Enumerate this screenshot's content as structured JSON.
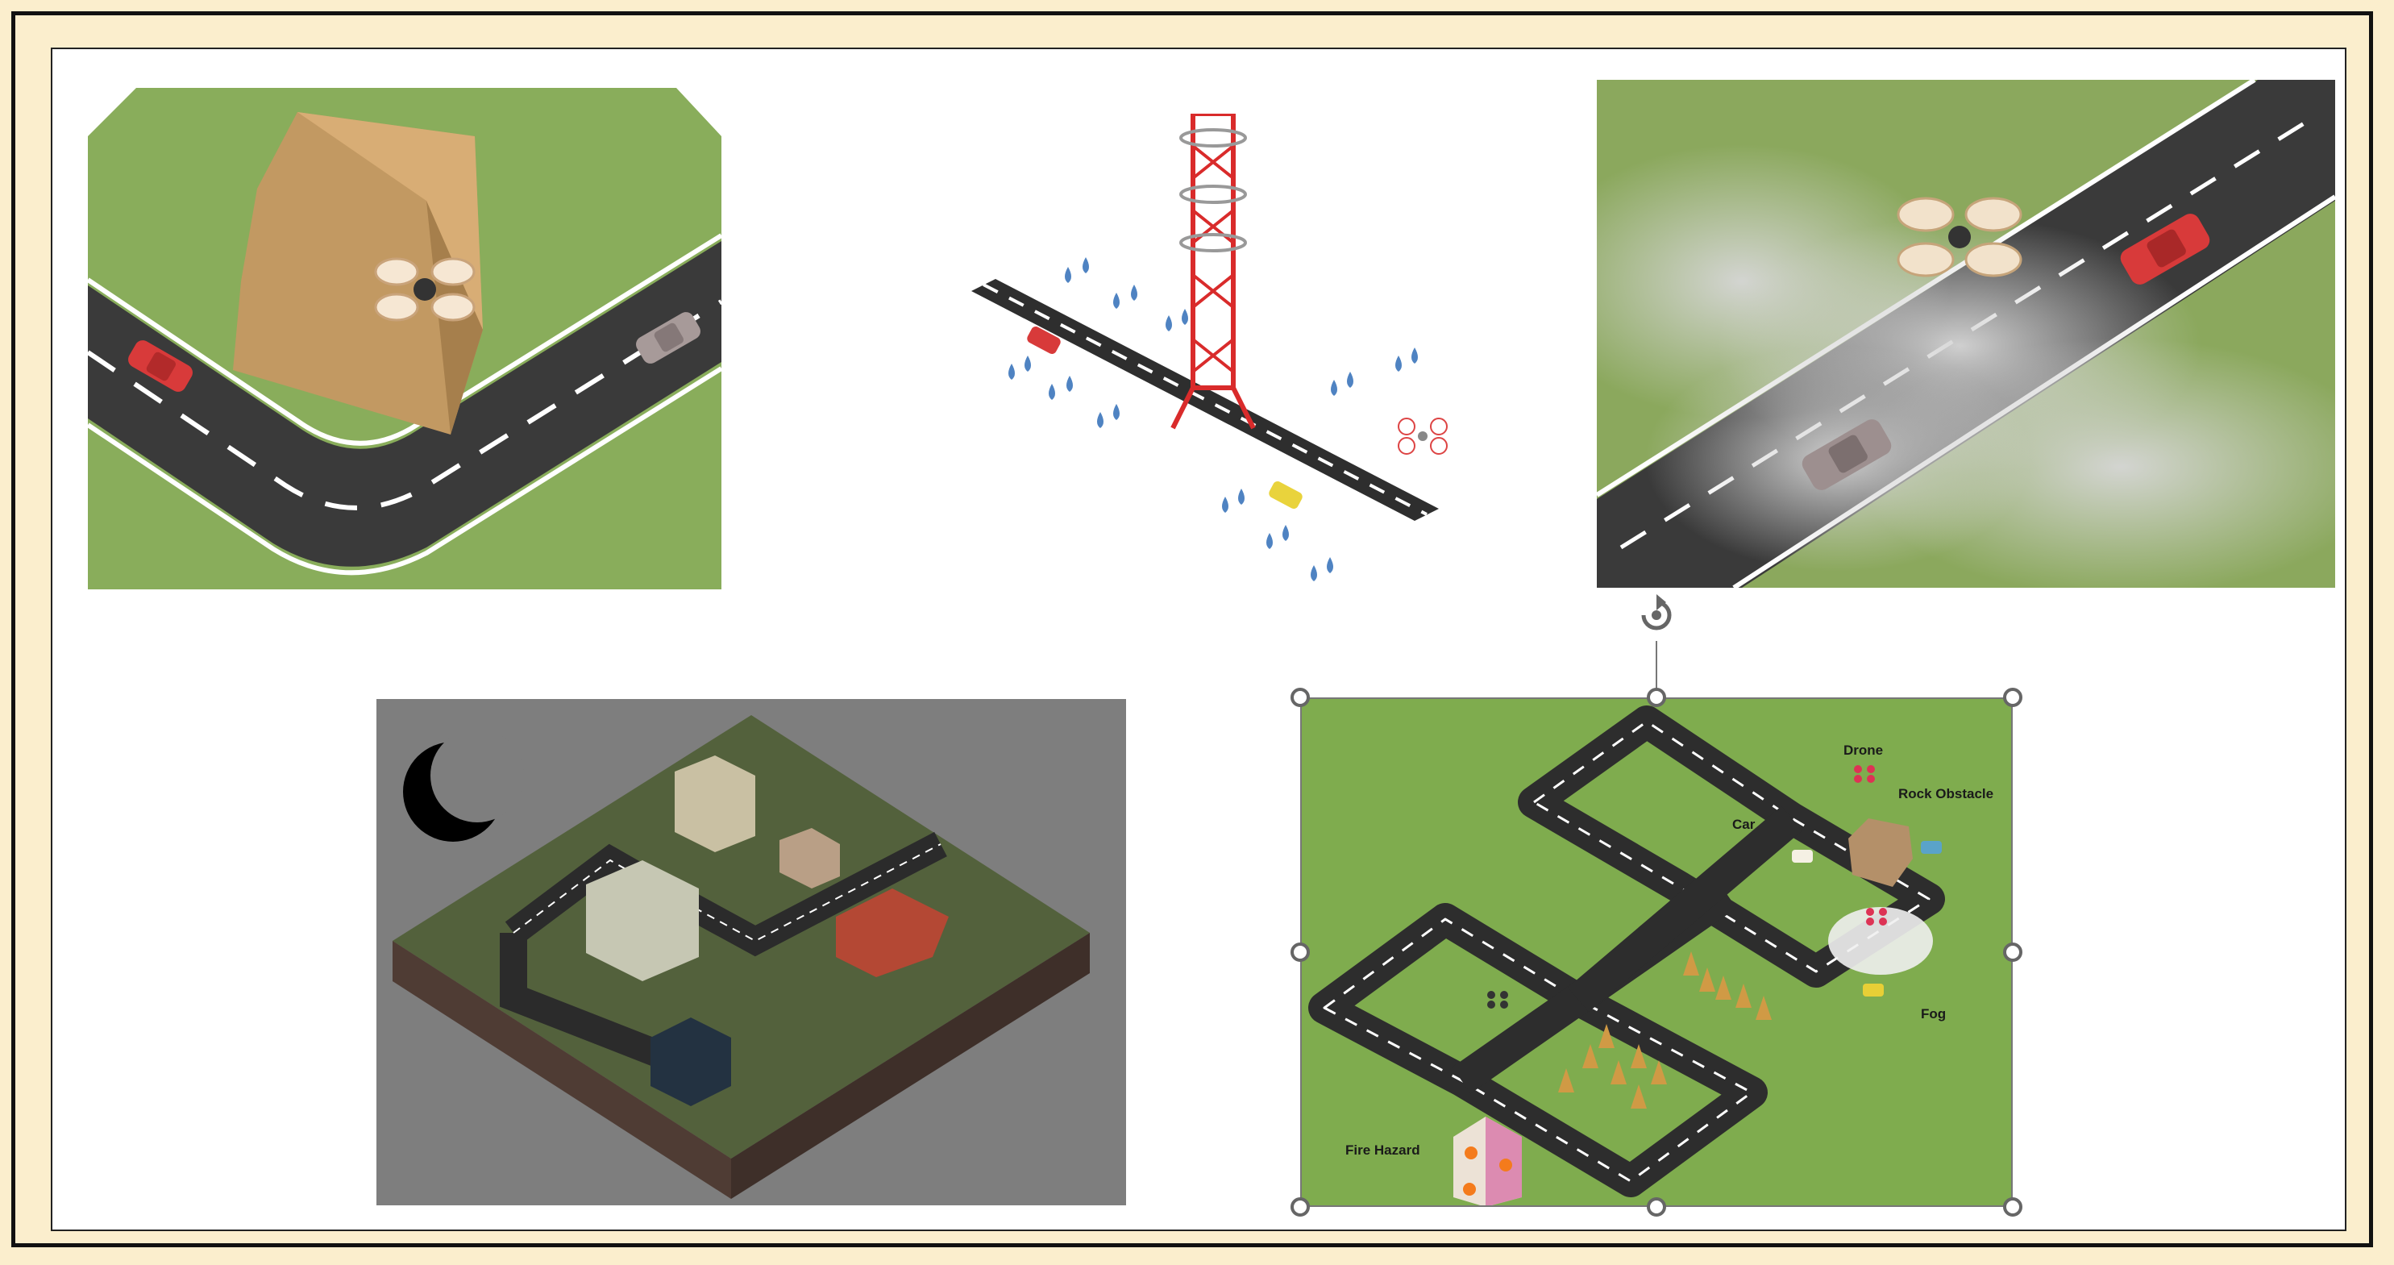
{
  "colors": {
    "frame_bg": "#fbeecd",
    "grass": "#89ad5b",
    "road": "#3a3a3a",
    "rock": "#c9a06b",
    "night_bg": "#7e7e7e",
    "tower_red": "#d92b2b",
    "rain_blue": "#4f83c2",
    "car_red": "#d83a3a"
  },
  "panels": {
    "rock_scene": {
      "icon": "drone-icon"
    },
    "rain_scene": {
      "icon": "cell-tower-icon"
    },
    "fog_scene": {
      "icon": "drone-icon"
    },
    "night_scene": {
      "icon": "moon-icon"
    },
    "map_scene": {
      "labels": {
        "drone": "Drone",
        "rock": "Rock Obstacle",
        "car": "Car",
        "fog": "Fog",
        "fire": "Fire Hazard"
      }
    }
  },
  "selection": {
    "rotate_icon": "rotate-icon"
  }
}
